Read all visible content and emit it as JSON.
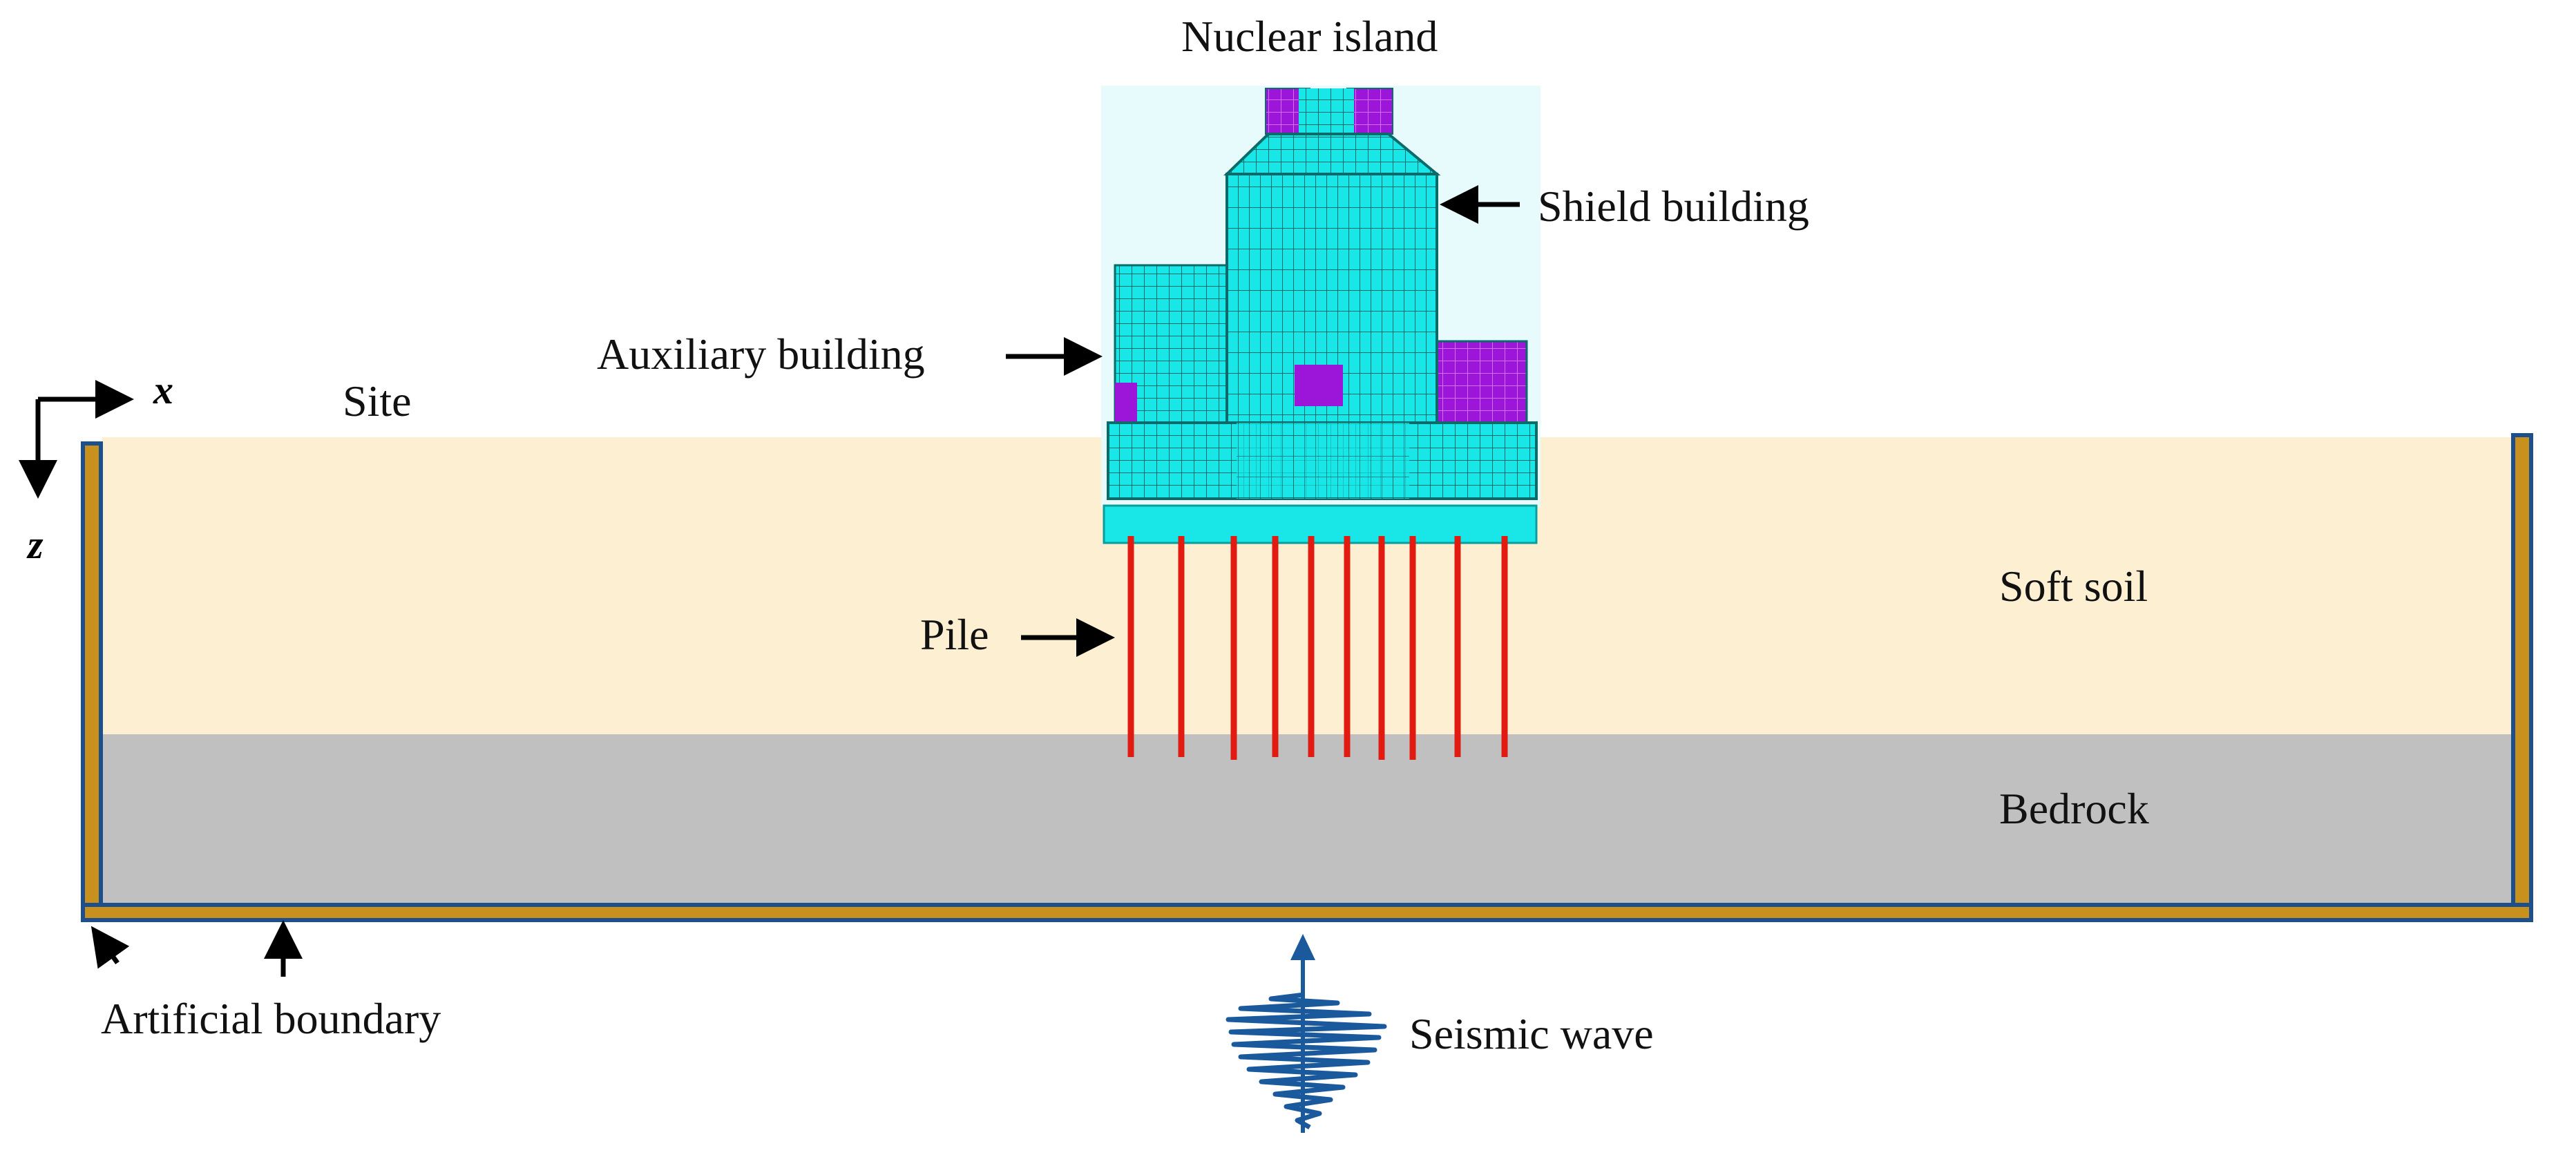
{
  "labels": {
    "nuclear_island": "Nuclear island",
    "shield_building": "Shield building",
    "auxiliary_building": "Auxiliary building",
    "site": "Site",
    "soft_soil": "Soft soil",
    "bedrock": "Bedrock",
    "pile": "Pile",
    "artificial_boundary": "Artificial boundary",
    "seismic_wave": "Seismic wave"
  },
  "axes": {
    "x": "x",
    "z": "z"
  },
  "colors": {
    "soft_soil": "#fdf0d2",
    "bedrock": "#c0c0c0",
    "boundary_fill": "#c8901c",
    "boundary_edge": "#1d4f8c",
    "building_fill": "#19e6e6",
    "building_mesh": "#0b6b6b",
    "equipment": "#9b16d8",
    "pile": "#e21b12",
    "seismic_wave": "#1a5a9c",
    "arrow": "#000000"
  },
  "pile_count": 10
}
